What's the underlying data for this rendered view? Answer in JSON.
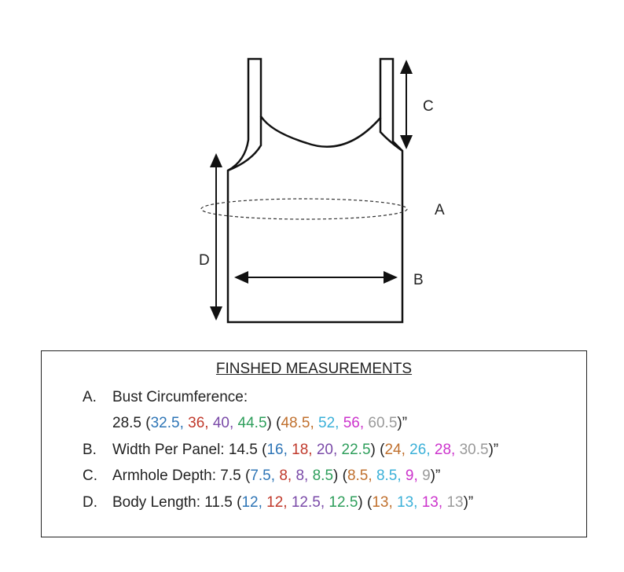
{
  "labels": {
    "a": "A",
    "b": "B",
    "c": "C",
    "d": "D"
  },
  "title": "FINSHED MEASUREMENTS",
  "colors": [
    "#2e75b6",
    "#c0392b",
    "#7a4aa8",
    "#2e9e5b",
    "#c0702e",
    "#3ab0d8",
    "#cc33cc",
    "#9a9a9a"
  ],
  "measurements": [
    {
      "letter": "A.",
      "label": "Bust Circumference:",
      "base": "28.5",
      "group1": [
        "32.5",
        "36",
        "40",
        "44.5"
      ],
      "group2": [
        "48.5",
        "52",
        "56",
        "60.5"
      ],
      "unit": "”"
    },
    {
      "letter": "B.",
      "label": "Width Per Panel:",
      "base": "14.5",
      "group1": [
        "16",
        "18",
        "20",
        "22.5"
      ],
      "group2": [
        "24",
        "26",
        "28",
        "30.5"
      ],
      "unit": "”"
    },
    {
      "letter": "C.",
      "label": "Armhole Depth:",
      "base": "7.5",
      "group1": [
        "7.5",
        "8",
        "8",
        "8.5"
      ],
      "group2": [
        "8.5",
        "8.5",
        "9",
        "9"
      ],
      "unit": "”"
    },
    {
      "letter": "D.",
      "label": "Body Length:",
      "base": "11.5",
      "group1": [
        "12",
        "12",
        "12.5",
        "12.5"
      ],
      "group2": [
        "13",
        "13",
        "13",
        "13"
      ],
      "unit": "”"
    }
  ]
}
